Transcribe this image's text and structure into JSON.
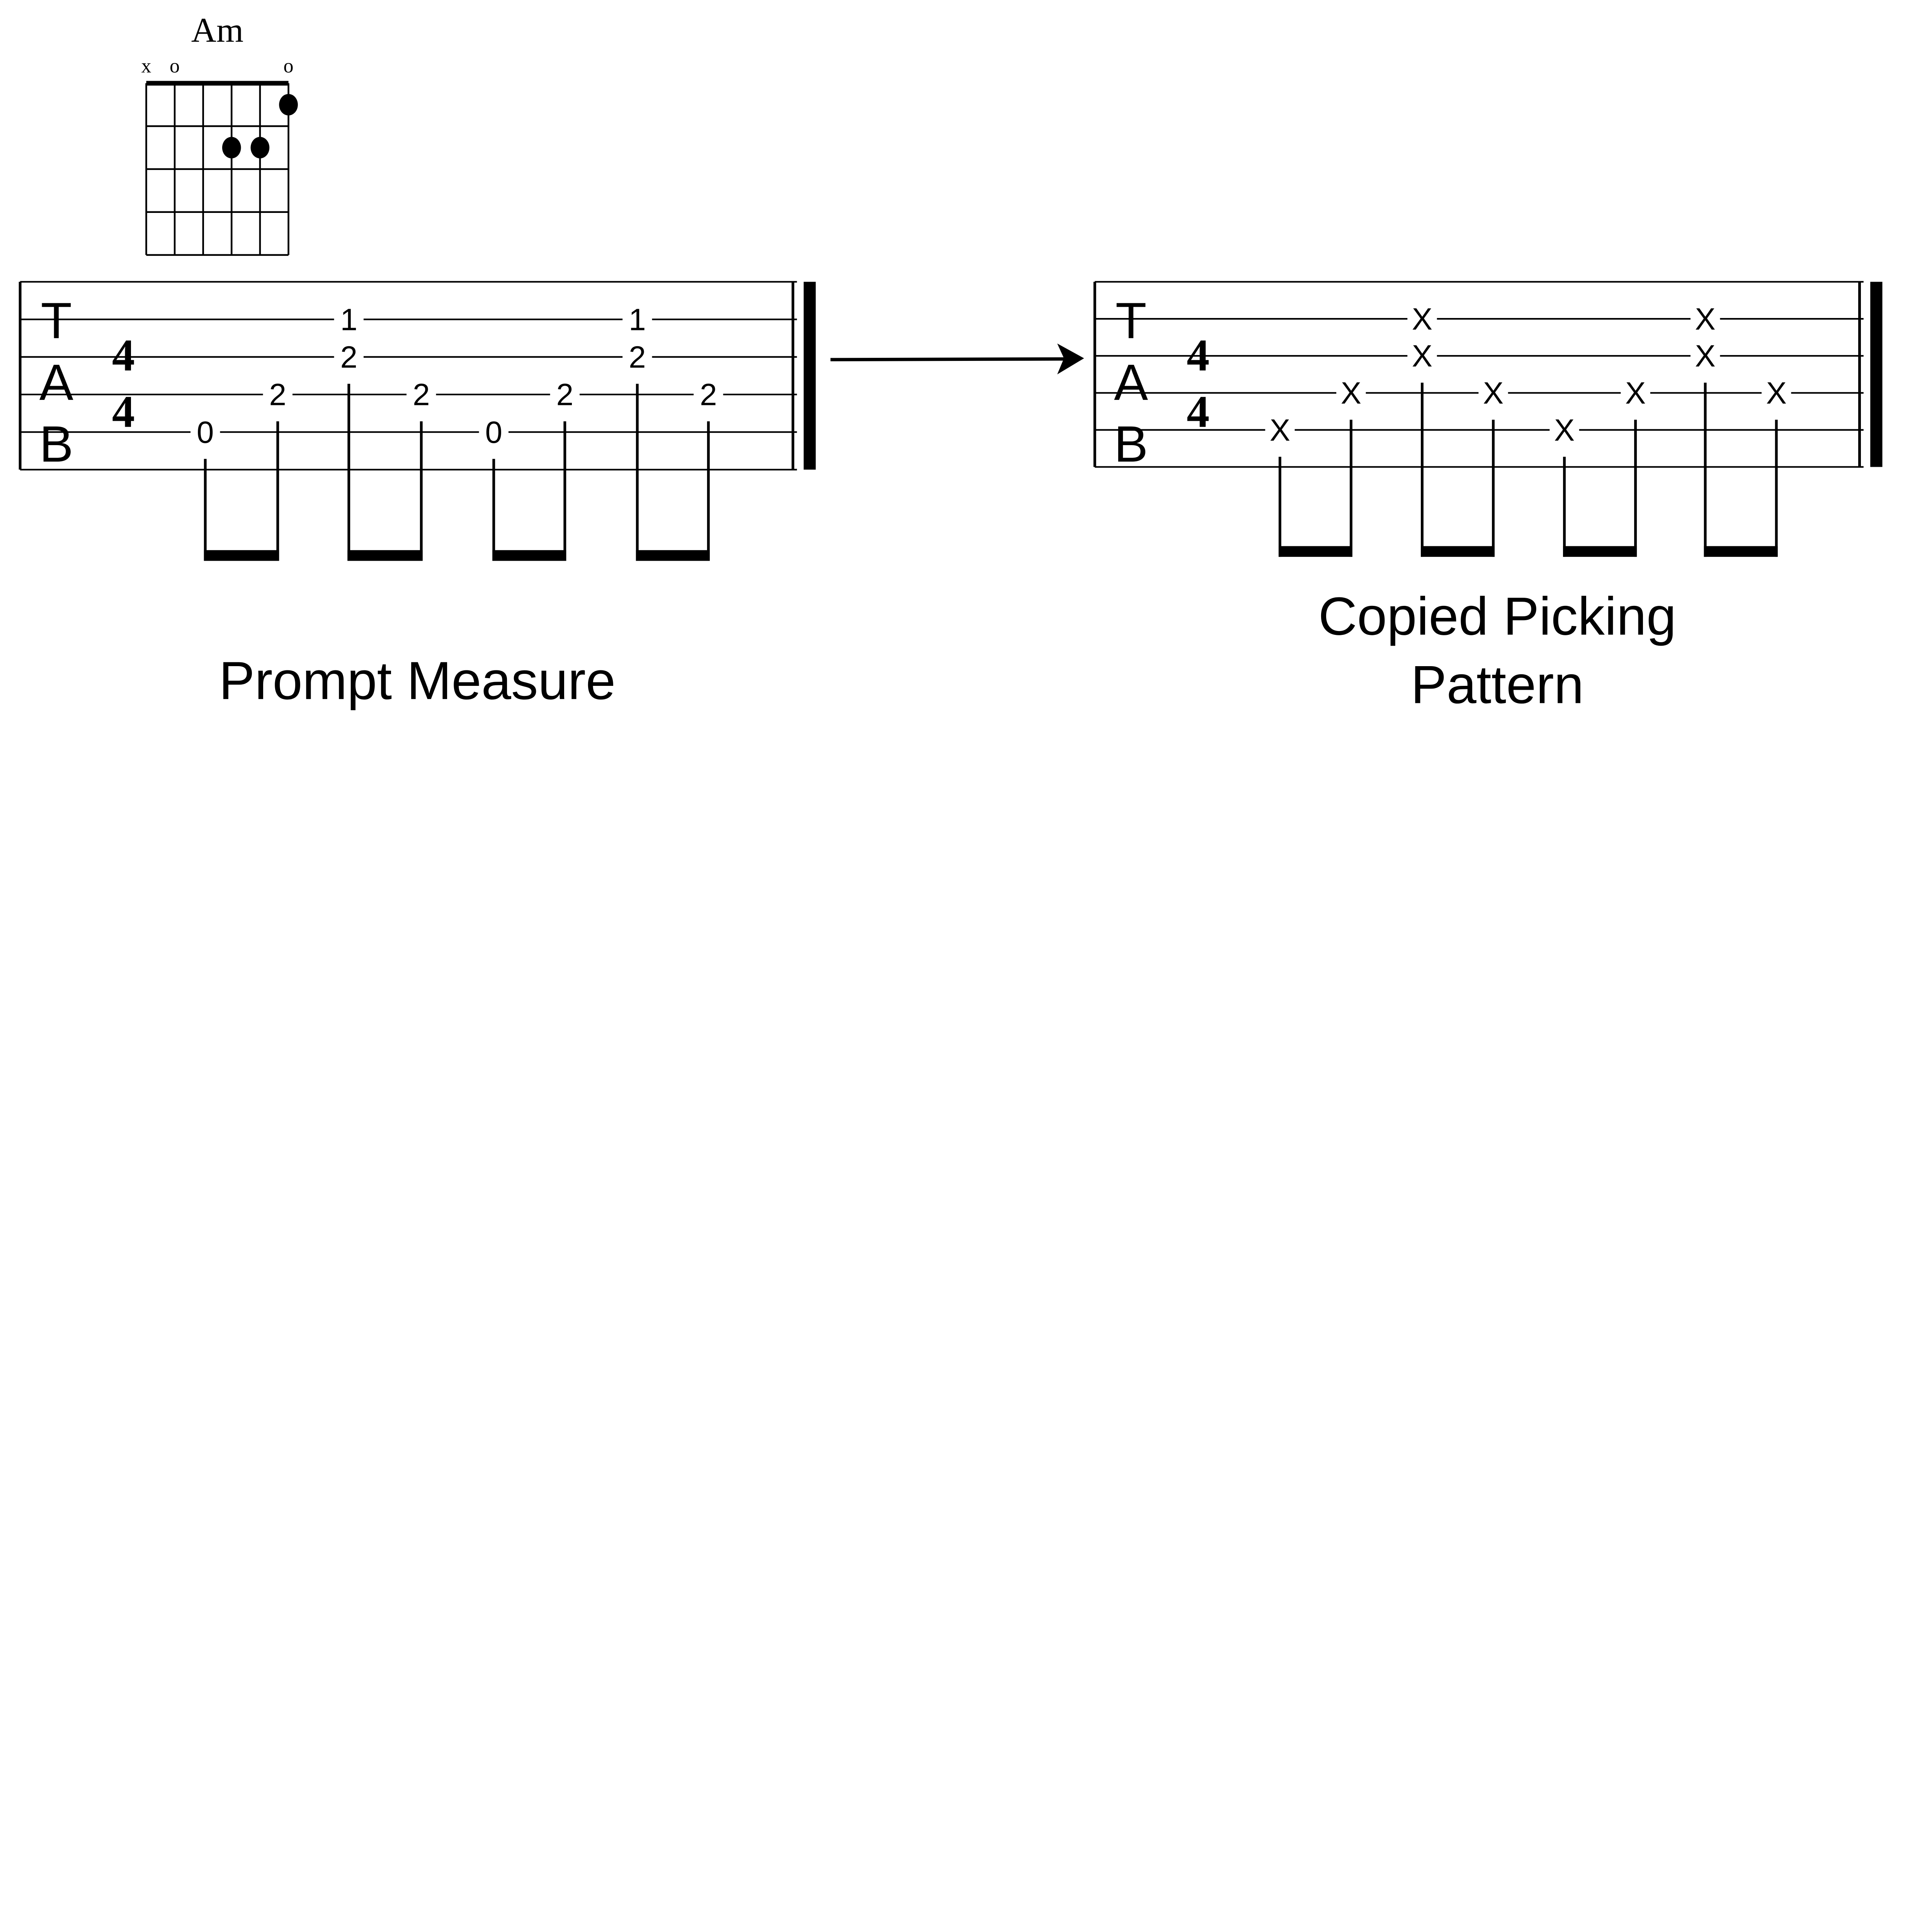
{
  "chord": {
    "name": "Am",
    "string_markers": [
      "x",
      "o",
      "",
      "",
      "",
      "o"
    ],
    "dots": [
      {
        "string": 5,
        "fret": 1
      },
      {
        "string": 3,
        "fret": 2
      },
      {
        "string": 4,
        "fret": 2
      }
    ],
    "frets_shown": 4
  },
  "tab_label": [
    "T",
    "A",
    "B"
  ],
  "time_signature": {
    "top": "4",
    "bottom": "4"
  },
  "prompt_measure": {
    "caption": "Prompt Measure",
    "notes": [
      [
        {
          "string": 5,
          "fret": "0"
        }
      ],
      [
        {
          "string": 4,
          "fret": "2"
        }
      ],
      [
        {
          "string": 2,
          "fret": "1"
        },
        {
          "string": 3,
          "fret": "2"
        }
      ],
      [
        {
          "string": 4,
          "fret": "2"
        }
      ],
      [
        {
          "string": 5,
          "fret": "0"
        }
      ],
      [
        {
          "string": 4,
          "fret": "2"
        }
      ],
      [
        {
          "string": 2,
          "fret": "1"
        },
        {
          "string": 3,
          "fret": "2"
        }
      ],
      [
        {
          "string": 4,
          "fret": "2"
        }
      ]
    ]
  },
  "copied_pattern": {
    "caption_line1": "Copied Picking",
    "caption_line2": "Pattern",
    "notes": [
      [
        {
          "string": 5,
          "fret": "X"
        }
      ],
      [
        {
          "string": 4,
          "fret": "X"
        }
      ],
      [
        {
          "string": 2,
          "fret": "X"
        },
        {
          "string": 3,
          "fret": "X"
        }
      ],
      [
        {
          "string": 4,
          "fret": "X"
        }
      ],
      [
        {
          "string": 5,
          "fret": "X"
        }
      ],
      [
        {
          "string": 4,
          "fret": "X"
        }
      ],
      [
        {
          "string": 2,
          "fret": "X"
        },
        {
          "string": 3,
          "fret": "X"
        }
      ],
      [
        {
          "string": 4,
          "fret": "X"
        }
      ]
    ]
  }
}
